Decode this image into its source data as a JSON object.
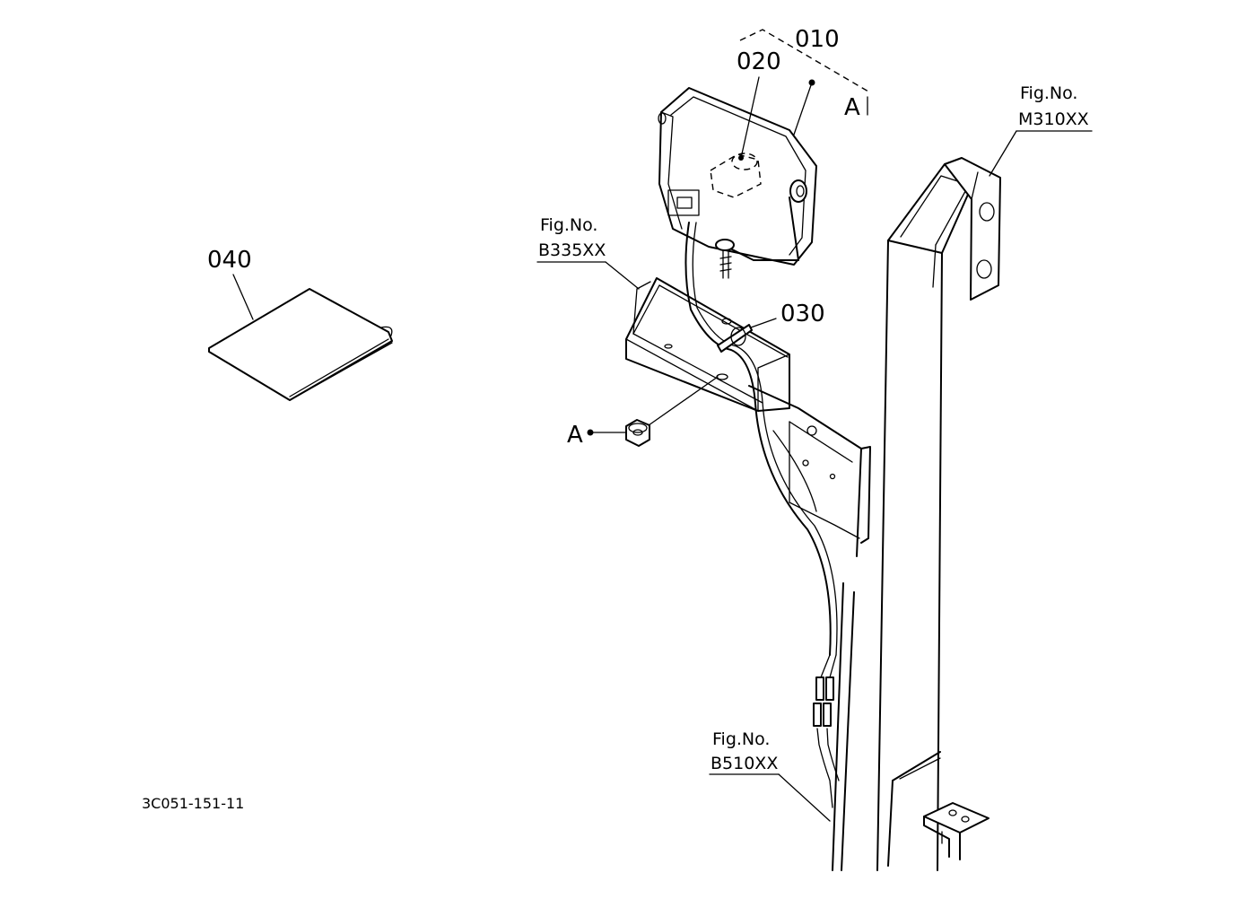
{
  "diagram": {
    "drawing_code": "3C051-151-11",
    "callouts": {
      "p010": "010",
      "p020": "020",
      "p030": "030",
      "p040": "040"
    },
    "view_marks": {
      "a_upper": "A",
      "a_lower": "A"
    },
    "figure_refs": {
      "m310": {
        "label": "Fig.No.",
        "code": "M310XX"
      },
      "b335": {
        "label": "Fig.No.",
        "code": "B335XX"
      },
      "b510": {
        "label": "Fig.No.",
        "code": "B510XX"
      }
    }
  }
}
